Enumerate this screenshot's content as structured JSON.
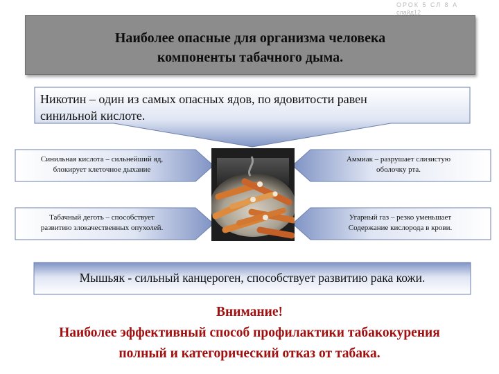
{
  "corner_note": {
    "line1": "ОРОК 5 СЛ 8 А",
    "line2": "слайд12"
  },
  "title": {
    "line1": "Наиболее опасные для организма человека",
    "line2": "компоненты табачного дыма."
  },
  "nicotine": {
    "line1": "Никотин – один из самых опасных ядов, по ядовитости равен",
    "line2": "синильной кислоте."
  },
  "components": {
    "hydrocyanic_acid": {
      "line1": "Синильная кислота – сильнейший яд,",
      "line2": "блокирует клеточное дыхание"
    },
    "ammonia": {
      "line1": "Аммиак – разрушает слизистую",
      "line2": "оболочку рта."
    },
    "tar": {
      "line1": "Табачный деготь – способствует",
      "line2": "развитию злокачественных опухолей."
    },
    "carbon_monoxide": {
      "line1": "Угарный газ – резко уменьшает",
      "line2": "Содержание кислорода в крови."
    }
  },
  "arsenic": {
    "text": "Мышьяк  - сильный канцероген, способствует развитию рака кожи."
  },
  "attention": {
    "heading": "Внимание!",
    "line1": "Наиболее эффективный способ профилактики табакокурения",
    "line2": "полный и категорический отказ от табака."
  },
  "colors": {
    "title_box": "#8c8c8c",
    "arrow_gradient_dark": "#7f93c4",
    "arrow_gradient_light": "#ffffff",
    "attention_text": "#a01010"
  },
  "image": {
    "icon": "cigarette-ashtray-photo"
  }
}
